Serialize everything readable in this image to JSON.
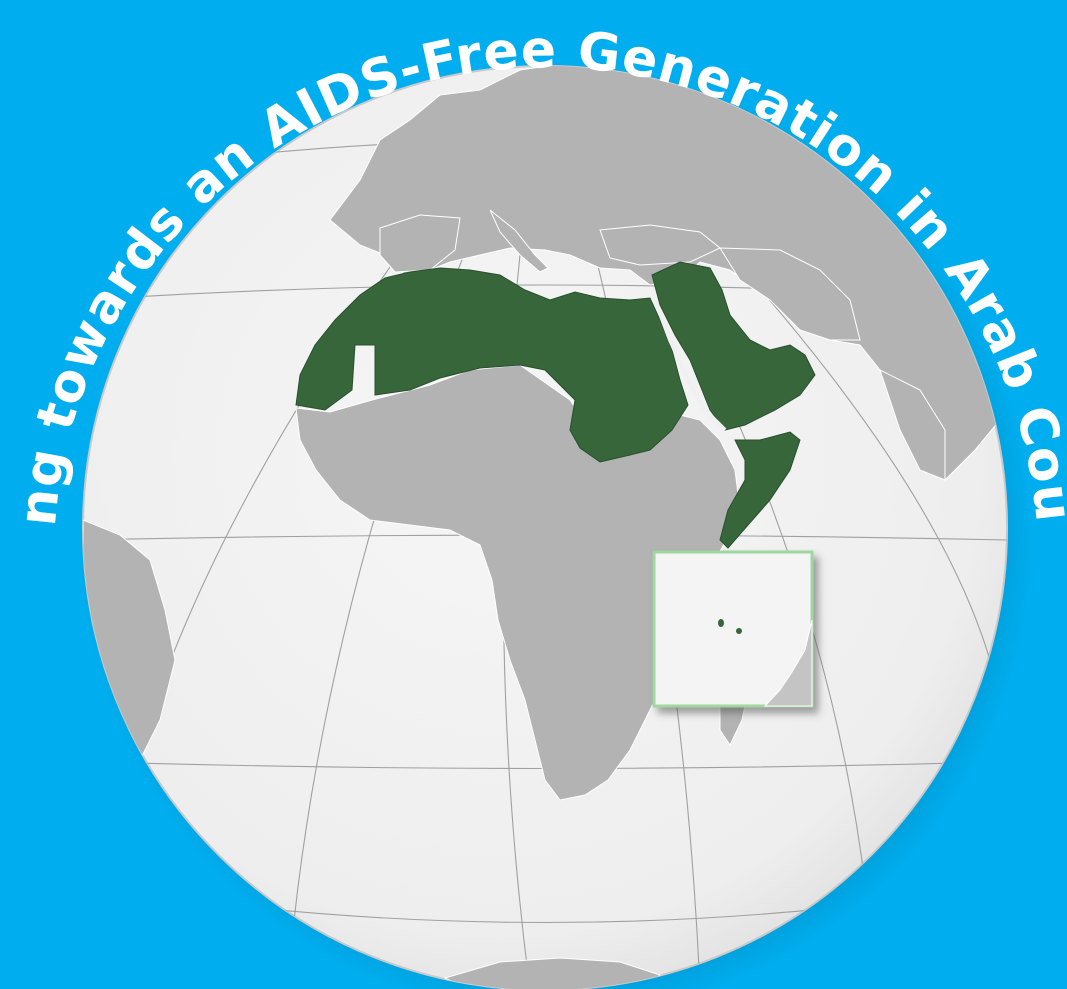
{
  "headline": "Working towards an AIDS-Free Generation in Arab Countries",
  "colors": {
    "background": "#00aeef",
    "ocean": "#f0f0f0",
    "land": "#b3b3b3",
    "highlight": "#36663a",
    "graticule": "#9a9a9a",
    "inset_border": "#9fd79f",
    "title_text": "#ffffff"
  },
  "map": {
    "projection": "orthographic globe centered on Africa and the Middle East",
    "highlighted_region": "Arab League member states",
    "highlighted_countries": [
      "Mauritania",
      "Morocco",
      "Algeria",
      "Tunisia",
      "Libya",
      "Egypt",
      "Sudan",
      "Palestine",
      "Lebanon",
      "Syria",
      "Jordan",
      "Iraq",
      "Saudi Arabia",
      "Kuwait",
      "Bahrain",
      "Qatar",
      "United Arab Emirates",
      "Oman",
      "Yemen",
      "Djibouti",
      "Somalia",
      "Comoros"
    ],
    "inset": "Comoros magnified"
  }
}
